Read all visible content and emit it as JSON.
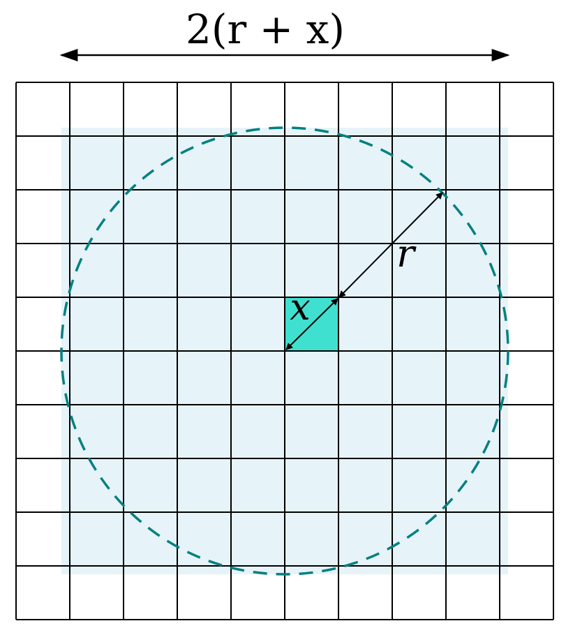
{
  "labels": {
    "top_dimension": "2(r + x)",
    "radius": "r",
    "cell": "x"
  },
  "grid": {
    "rows": 10,
    "cols": 10
  },
  "highlight_cell": {
    "row": 4,
    "col": 5
  },
  "colors": {
    "grid_line": "#000000",
    "shaded_region": "#e6f3f8",
    "highlight_fill": "#40e0d0",
    "circle_stroke": "#008080",
    "arrow": "#000000"
  }
}
